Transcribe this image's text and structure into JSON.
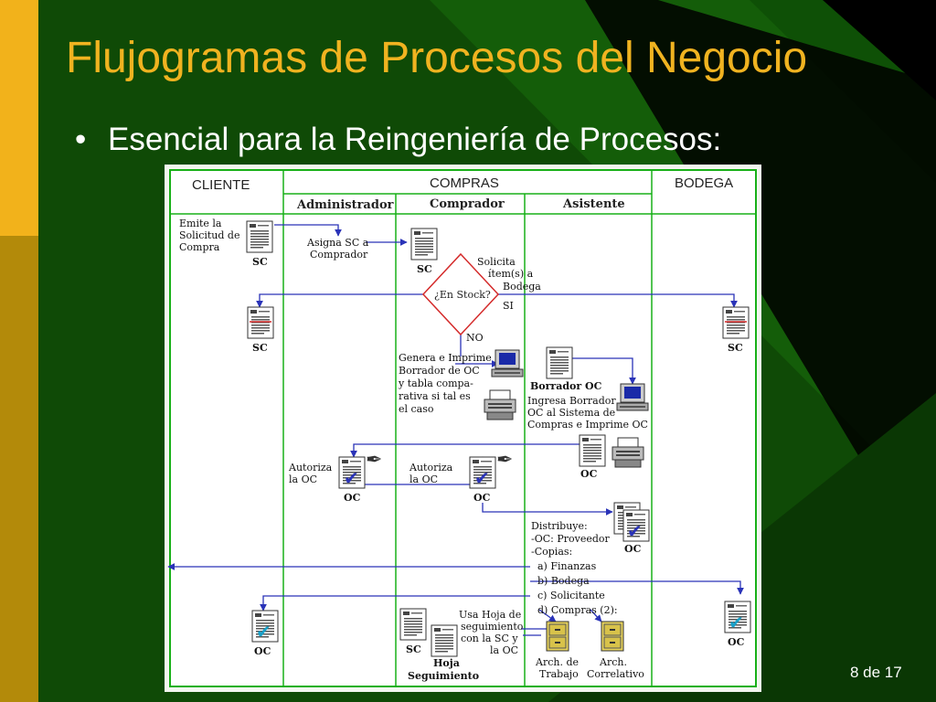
{
  "slide": {
    "title": "Flujogramas de Procesos del Negocio",
    "bullet_symbol": "•",
    "bullet_text": "Esencial para la Reingeniería de Procesos:",
    "page_number": "8 de 17"
  },
  "colors": {
    "background": "#0f4a06",
    "accent_yellow": "#f2b21b",
    "diagram_green": "#18b018",
    "arrow_blue": "#2a33b8",
    "decision_red": "#d42a2a"
  },
  "diagram": {
    "header": {
      "cliente": "CLIENTE",
      "compras": "COMPRAS",
      "bodega": "BODEGA",
      "administrador": "Administrador",
      "comprador": "Comprador",
      "asistente": "Asistente"
    },
    "labels": {
      "emite": [
        "Emite la",
        "Solicitud de",
        "Compra"
      ],
      "asigna": [
        "Asigna SC a",
        "Comprador"
      ],
      "solicita": [
        "Solicita",
        "ítem(s) a",
        "Bodega"
      ],
      "en_stock": "¿En Stock?",
      "si": "SI",
      "no": "NO",
      "genera": [
        "Genera e Imprime",
        "Borrador de OC",
        "y tabla compa-",
        "rativa si tal es",
        "el caso"
      ],
      "borrador_oc": "Borrador OC",
      "ingresa": [
        "Ingresa Borrador",
        "OC al Sistema de",
        "Compras e Imprime OC"
      ],
      "autoriza_1": [
        "Autoriza",
        "la OC"
      ],
      "autoriza_2": [
        "Autoriza",
        "la OC"
      ],
      "distribuye": [
        "Distribuye:",
        "-OC: Proveedor",
        "-Copias:",
        "  a) Finanzas",
        "  b) Bodega",
        "  c) Solicitante",
        "  d) Compras (2):"
      ],
      "usa_hoja": [
        "Usa Hoja de",
        "seguimiento",
        "con la SC y",
        "la OC"
      ],
      "hoja_seguimiento": [
        "Hoja",
        "Seguimiento"
      ],
      "arch_trabajo": [
        "Arch. de",
        "Trabajo"
      ],
      "arch_correlativo": [
        "Arch.",
        "Correlativo"
      ],
      "sc": "SC",
      "oc": "OC"
    },
    "icons": [
      "document-icon",
      "printer-icon",
      "computer-icon",
      "pen-icon",
      "checkmark-icon",
      "file-cabinet-icon"
    ]
  }
}
